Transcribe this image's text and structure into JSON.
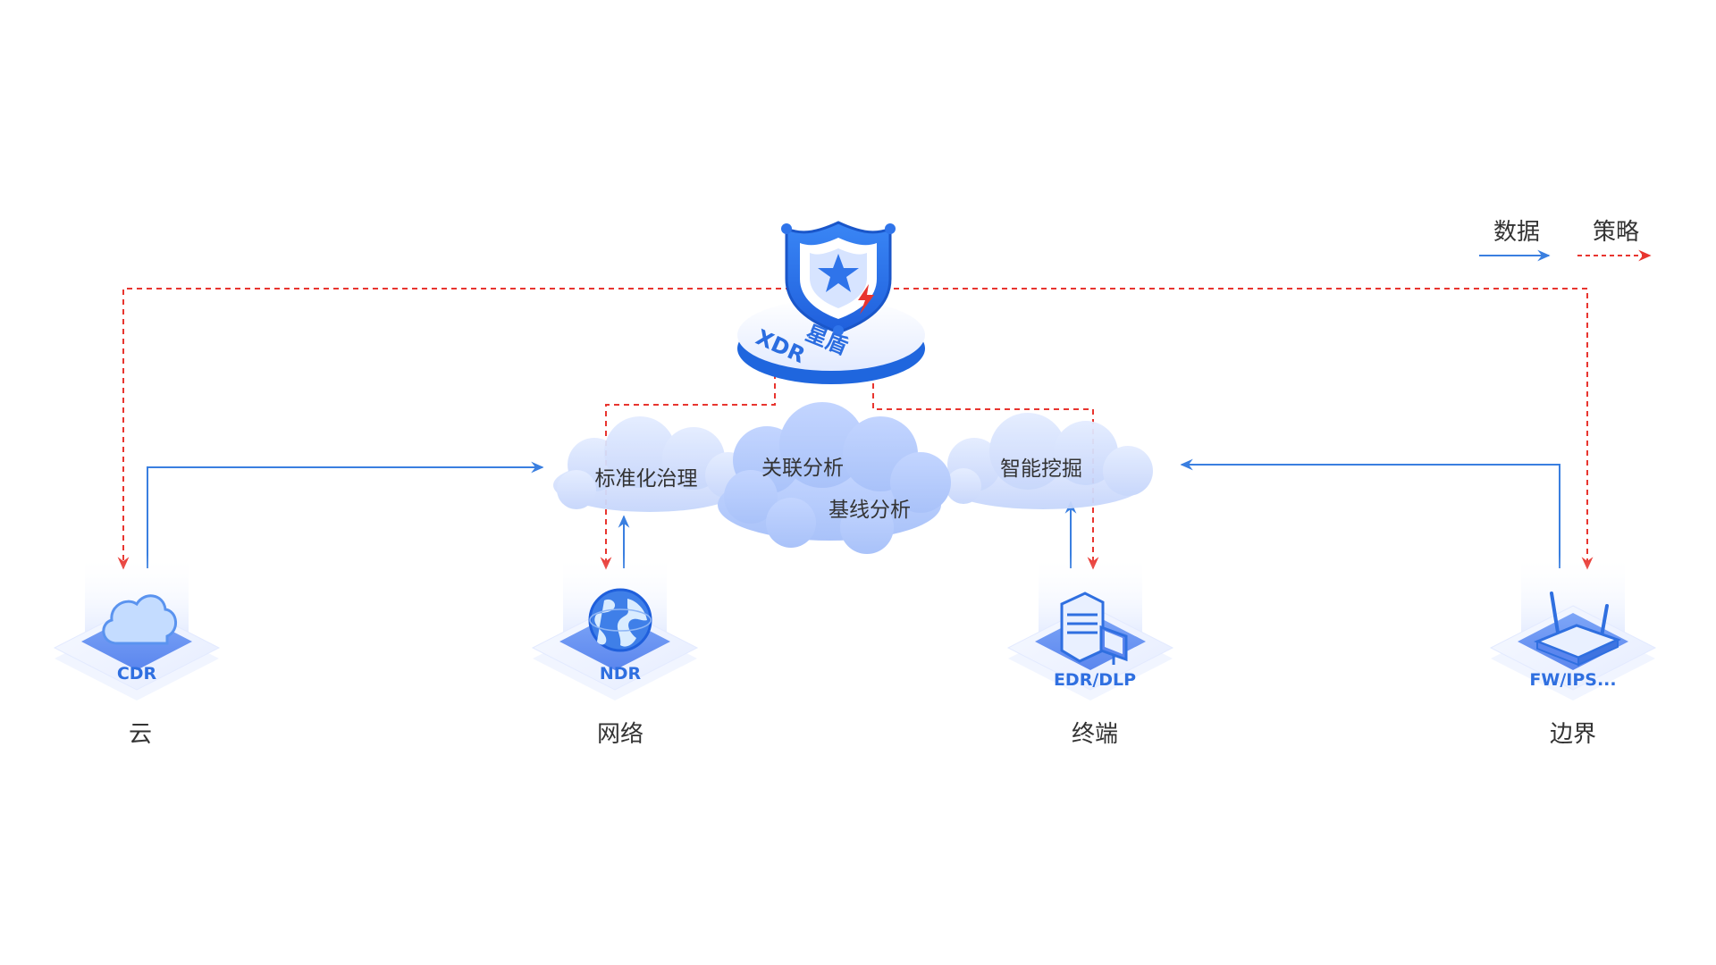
{
  "legend": {
    "data_label": "数据",
    "policy_label": "策略"
  },
  "center": {
    "brand": "XDR",
    "name": "星盾"
  },
  "cloud_labels": {
    "standardization": "标准化治理",
    "correlation": "关联分析",
    "baseline": "基线分析",
    "mining": "智能挖掘"
  },
  "nodes": [
    {
      "platform_label": "CDR",
      "category_label": "云",
      "icon": "cloud-icon"
    },
    {
      "platform_label": "NDR",
      "category_label": "网络",
      "icon": "globe-icon"
    },
    {
      "platform_label": "EDR/DLP",
      "category_label": "终端",
      "icon": "server-monitor-icon"
    },
    {
      "platform_label": "FW/IPS...",
      "category_label": "边界",
      "icon": "router-icon"
    }
  ],
  "colors": {
    "data_line": "#3a7fe0",
    "policy_line": "#e8352f",
    "accent_blue": "#2f6fe0",
    "cloud_fill": "#cddcfb"
  }
}
